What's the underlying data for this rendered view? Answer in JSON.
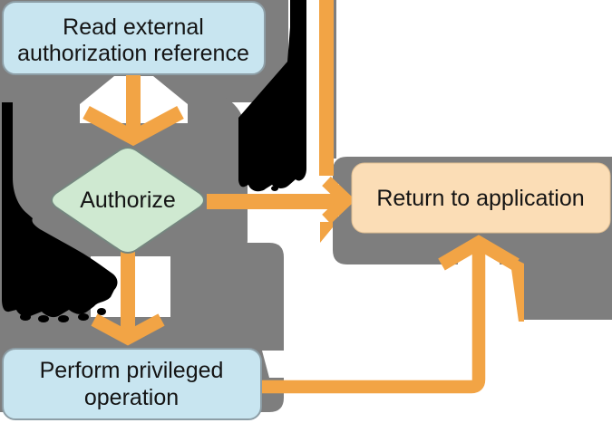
{
  "figure": {
    "type": "flowchart",
    "background": "#ffffff",
    "colors": {
      "panel_shadow_gray": "#7E7E7E",
      "arrow_orange": "#F2A445",
      "process_fill_blue": "#C8E5F0",
      "decision_fill_green": "#CFE9D1",
      "terminal_fill_peach": "#FBDDB6",
      "process_stroke": "#8D9EA6",
      "decision_stroke": "#75867F",
      "terminal_stroke": "#DFBE92",
      "glitch_glyph_black": "#000000",
      "white": "#FFFFFF"
    },
    "nodes": {
      "read_external": {
        "shape": "rounded-rect",
        "lines": [
          "Read external",
          "authorization reference"
        ]
      },
      "authorize": {
        "shape": "diamond",
        "label": "Authorize"
      },
      "perform_privileged": {
        "shape": "rounded-rect",
        "lines": [
          "Perform privileged",
          "operation"
        ]
      },
      "return_to_app": {
        "shape": "rounded-rect",
        "label": "Return to application"
      }
    },
    "connectors": [
      {
        "id": "app-entry-line",
        "desc": "orange line entering from top edge joining the fail path"
      },
      {
        "id": "read-to-authorize-arrow",
        "desc": "orange down arrow from Read external authorization reference to Authorize"
      },
      {
        "id": "authorize-to-return-arrow",
        "desc": "orange right arrow from Authorize into Return to application"
      },
      {
        "id": "authorize-to-perform-arrow",
        "desc": "orange down arrow from Authorize to Perform privileged operation"
      },
      {
        "id": "perform-to-return-arrow",
        "desc": "orange elbow arrow from Perform privileged operation up into Return to application"
      }
    ],
    "glitch_glyphs": [
      {
        "id": "fail-label-glyph",
        "desc": "oversized glitched black label shape on the fail path"
      },
      {
        "id": "authorized-label-glyph",
        "desc": "oversized glitched black label shape on the authorized path"
      }
    ]
  }
}
